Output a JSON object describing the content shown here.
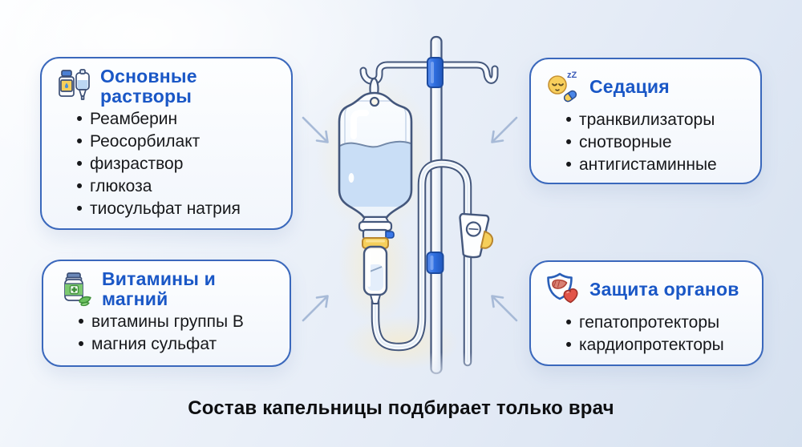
{
  "caption": "Состав капельницы подбирает только врач",
  "cards": [
    {
      "title": "Основные растворы",
      "icon": "medicine-bottles-icon",
      "items": [
        "Реамберин",
        "Реосорбилакт",
        "физраствор",
        "глюкоза",
        "тиосульфат натрия"
      ]
    },
    {
      "title": "Седация",
      "icon": "sleepy-face-pill-icon",
      "icon_text": "zZ",
      "items": [
        "транквилизаторы",
        "снотворные",
        "антигистаминные"
      ]
    },
    {
      "title": "Витамины и магний",
      "icon": "vitamin-bottle-icon",
      "items": [
        "витамины группы B",
        "магния сульфат"
      ]
    },
    {
      "title": "Защита органов",
      "icon": "shield-organ-icon",
      "items": [
        "гепатопротекторы",
        "кардиопротекторы"
      ]
    }
  ],
  "illustration": {
    "name": "iv-drip-stand"
  },
  "colors": {
    "title_blue": "#1a57c6",
    "card_border": "#3a68bc",
    "body_text": "#17181b",
    "arrow": "#a7bad7",
    "clamp_blue": "#2f6fe0",
    "yellow": "#f6cf5a",
    "liquid": "#c9def6",
    "outline": "#44577c"
  }
}
